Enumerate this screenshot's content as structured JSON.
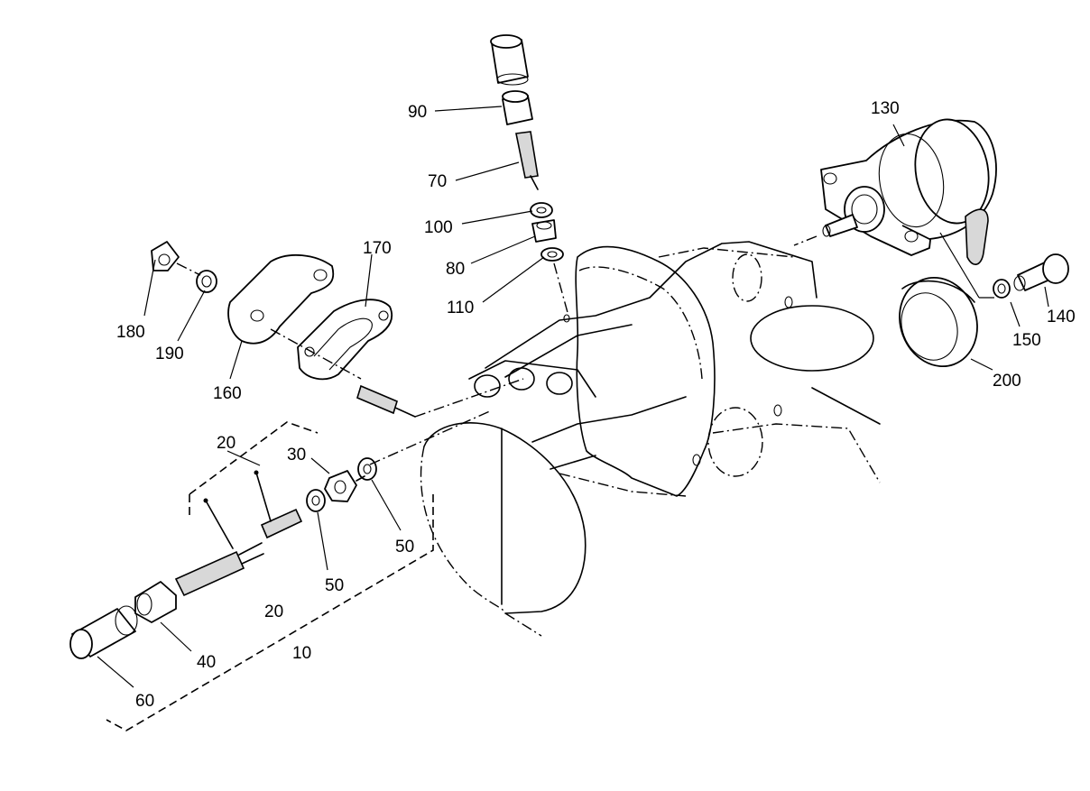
{
  "parts": [
    {
      "id": "p10",
      "number": "10"
    },
    {
      "id": "p20a",
      "number": "20"
    },
    {
      "id": "p20b",
      "number": "20"
    },
    {
      "id": "p30",
      "number": "30"
    },
    {
      "id": "p40",
      "number": "40"
    },
    {
      "id": "p50a",
      "number": "50"
    },
    {
      "id": "p50b",
      "number": "50"
    },
    {
      "id": "p60",
      "number": "60"
    },
    {
      "id": "p70",
      "number": "70"
    },
    {
      "id": "p80",
      "number": "80"
    },
    {
      "id": "p90",
      "number": "90"
    },
    {
      "id": "p100",
      "number": "100"
    },
    {
      "id": "p110",
      "number": "110"
    },
    {
      "id": "p130",
      "number": "130"
    },
    {
      "id": "p140",
      "number": "140"
    },
    {
      "id": "p150",
      "number": "150"
    },
    {
      "id": "p160",
      "number": "160"
    },
    {
      "id": "p170",
      "number": "170"
    },
    {
      "id": "p180",
      "number": "180"
    },
    {
      "id": "p190",
      "number": "190"
    },
    {
      "id": "p200",
      "number": "200"
    }
  ]
}
